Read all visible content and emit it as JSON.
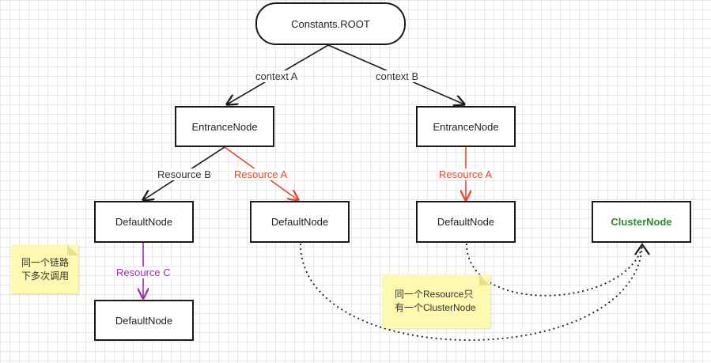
{
  "colors": {
    "edge": "#1a1a1a",
    "red": "#e8452c",
    "purple": "#9b30b0",
    "green": "#2e8b2e",
    "note": "#fdf9b0"
  },
  "nodes": {
    "root": "Constants.ROOT",
    "entrance_a": "EntranceNode",
    "entrance_b": "EntranceNode",
    "default_b": "DefaultNode",
    "default_a_left": "DefaultNode",
    "default_a_right": "DefaultNode",
    "default_c": "DefaultNode",
    "cluster": "ClusterNode"
  },
  "labels": {
    "context_a": "context A",
    "context_b": "context B",
    "resource_b": "Resource B",
    "resource_a_left": "Resource A",
    "resource_a_right": "Resource A",
    "resource_c": "Resource C"
  },
  "notes": {
    "left": [
      "同一个链路",
      "下多次调用"
    ],
    "right": [
      "同一个Resource只",
      "有一个ClusterNode"
    ]
  }
}
